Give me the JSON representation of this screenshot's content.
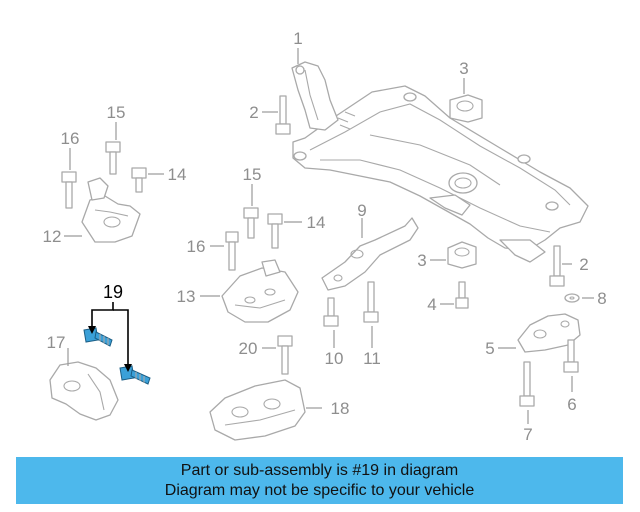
{
  "diagram": {
    "callouts": [
      "1",
      "2",
      "3",
      "2",
      "15",
      "16",
      "14",
      "15",
      "14",
      "9",
      "16",
      "12",
      "3",
      "13",
      "4",
      "8",
      "19",
      "5",
      "17",
      "20",
      "10",
      "11",
      "6",
      "18",
      "7"
    ],
    "highlight_part": "19",
    "colors": {
      "outline": "#a9a9a9",
      "label": "#8e8e8e",
      "highlight_part": "#3aa0d8",
      "banner": "#4db8ec"
    }
  },
  "banner": {
    "line1": "Part or sub-assembly is #19 in diagram",
    "line2": "Diagram may not be specific to your vehicle"
  }
}
